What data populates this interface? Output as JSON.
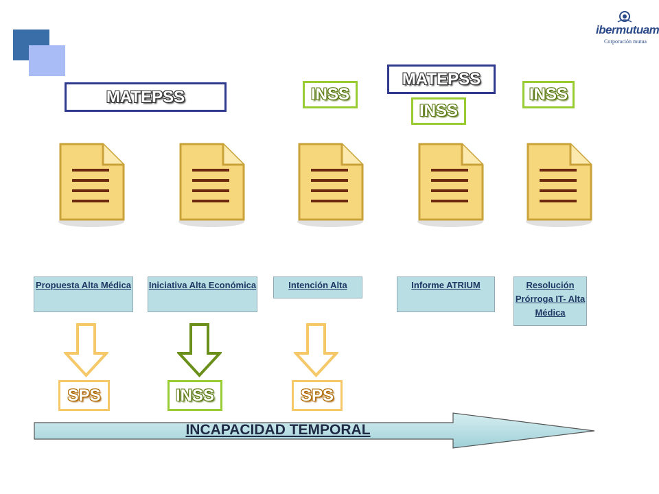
{
  "top_boxes": {
    "matepss_left": "MATEPSS",
    "inss_1": "INSS",
    "matepss_right": "MATEPSS",
    "inss_2": "INSS",
    "inss_3": "INSS"
  },
  "documents": [
    {
      "icon": "document-icon",
      "label": "Propuesta Alta Médica"
    },
    {
      "icon": "document-icon",
      "label": "Iniciativa Alta Económica"
    },
    {
      "icon": "document-icon",
      "label": "Intención Alta"
    },
    {
      "icon": "document-icon",
      "label": "Informe ATRIUM"
    },
    {
      "icon": "document-icon",
      "label": "Resolución Prórroga IT- Alta Médica"
    }
  ],
  "bottom_boxes": {
    "sps_1": "SPS",
    "inss": "INSS",
    "sps_2": "SPS"
  },
  "timeline": {
    "label": "INCAPACIDAD TEMPORAL"
  },
  "logo": {
    "name": "ibermutuamur",
    "subtitle": "Corporación mutua"
  },
  "colors": {
    "matepss_border": "#2f3a8f",
    "inss_border": "#99cc33",
    "sps_border": "#f5c86a",
    "label_bg": "#b9dfe4",
    "document_fill": "#f7d77c"
  }
}
